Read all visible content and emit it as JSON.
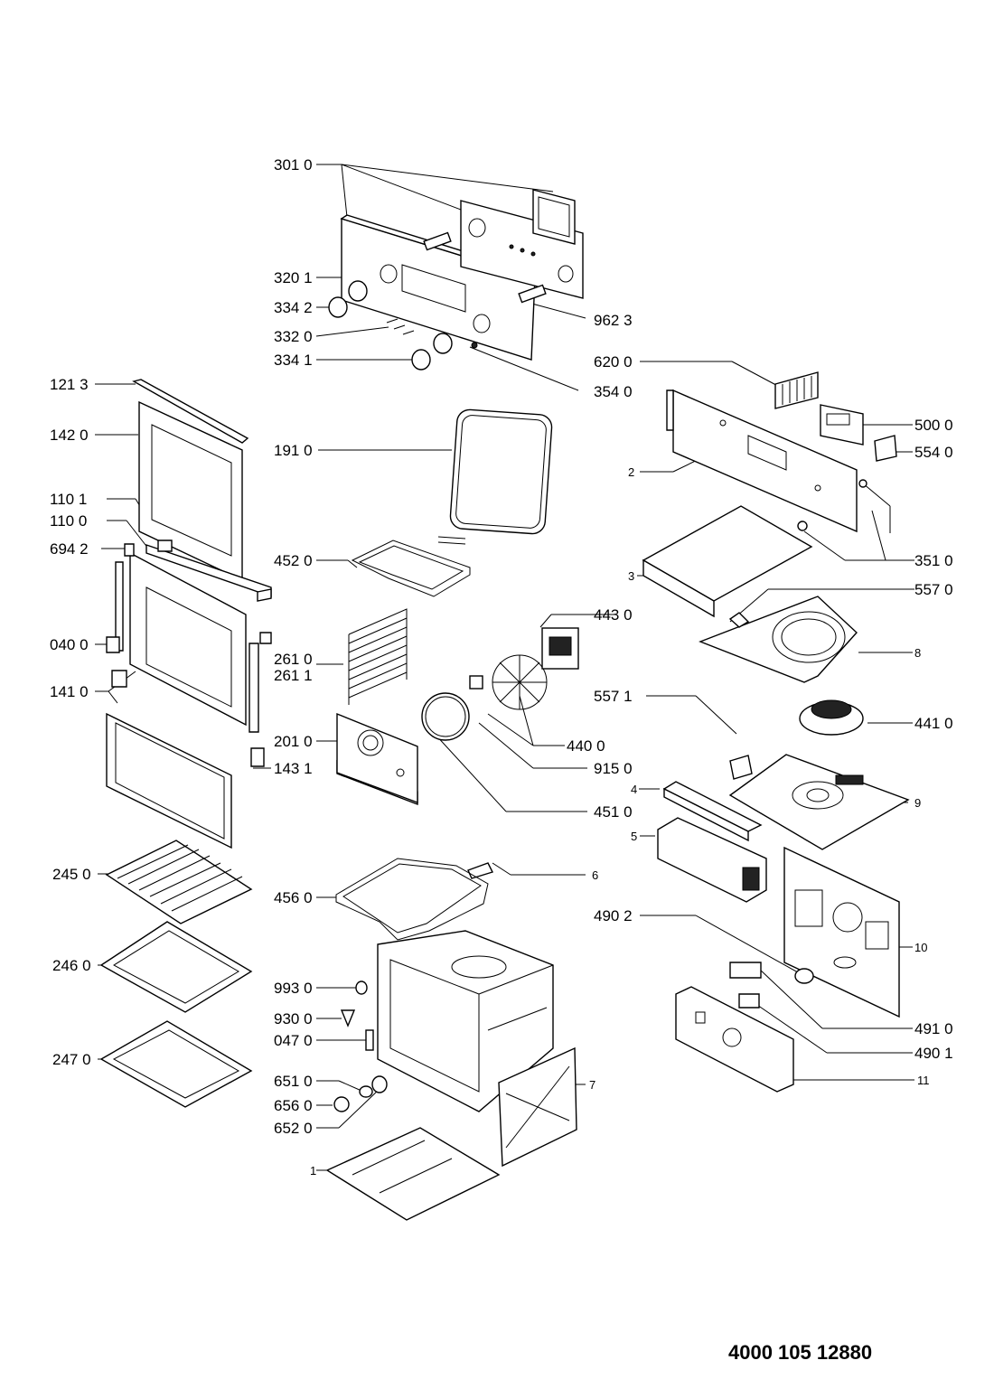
{
  "document_number": "4000 105 12880",
  "part_labels": [
    "301 0",
    "320 1",
    "334 2",
    "962 3",
    "332 0",
    "334 1",
    "354 0",
    "121 3",
    "142 0",
    "191 0",
    "620 0",
    "500 0",
    "554 0",
    "2",
    "110 1",
    "110 0",
    "694 2",
    "452 0",
    "351 0",
    "3",
    "557 0",
    "443 0",
    "8",
    "040 0",
    "261 0",
    "261 1",
    "141 0",
    "557 1",
    "440 0",
    "441 0",
    "201 0",
    "143 1",
    "915 0",
    "4",
    "9",
    "451 0",
    "5",
    "245 0",
    "456 0",
    "6",
    "490 2",
    "10",
    "246 0",
    "993 0",
    "491 0",
    "930 0",
    "490 1",
    "047 0",
    "247 0",
    "7",
    "11",
    "651 0",
    "656 0",
    "652 0",
    "1"
  ]
}
